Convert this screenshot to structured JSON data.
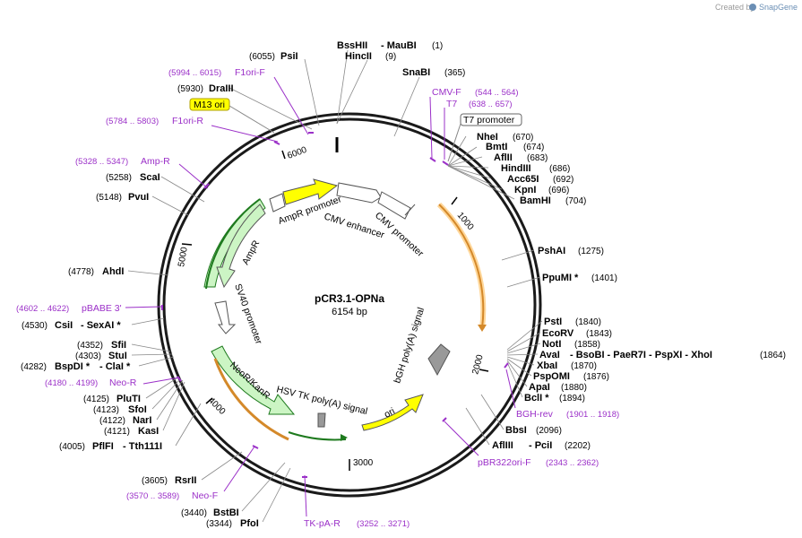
{
  "branding": {
    "created_by": "Created by",
    "product": "SnapGene"
  },
  "plasmid": {
    "name": "pCR3.1-OPNa",
    "length_label": "6154 bp"
  },
  "ticks": [
    "1000",
    "2000",
    "3000",
    "4000",
    "5000",
    "6000"
  ],
  "enzymes": [
    {
      "name": "BssHII",
      "pos": "",
      "sep": "- MauBI",
      "pos2": "(1)"
    },
    {
      "name": "HincII",
      "pos": "(9)"
    },
    {
      "name": "PsiI",
      "pos": "(6055)"
    },
    {
      "name": "DraIII",
      "pos": "(5930)"
    },
    {
      "name": "SnaBI",
      "pos": "(365)"
    },
    {
      "name": "NheI",
      "pos": "(670)"
    },
    {
      "name": "BmtI",
      "pos": "(674)"
    },
    {
      "name": "AflII",
      "pos": "(683)"
    },
    {
      "name": "HindIII",
      "pos": "(686)"
    },
    {
      "name": "Acc65I",
      "pos": "(692)"
    },
    {
      "name": "KpnI",
      "pos": "(696)"
    },
    {
      "name": "BamHI",
      "pos": "(704)"
    },
    {
      "name": "PshAI",
      "pos": "(1275)"
    },
    {
      "name": "PpuMI *",
      "pos": "(1401)"
    },
    {
      "name": "PstI",
      "pos": "(1840)"
    },
    {
      "name": "EcoRV",
      "pos": "(1843)"
    },
    {
      "name": "NotI",
      "pos": "(1858)"
    },
    {
      "name": "AvaI",
      "pos": "",
      "sep": "- BsoBI  - PaeR7I  - PspXI  - XhoI",
      "pos2": "(1864)"
    },
    {
      "name": "XbaI",
      "pos": "(1870)"
    },
    {
      "name": "PspOMI",
      "pos": "(1876)"
    },
    {
      "name": "ApaI",
      "pos": "(1880)"
    },
    {
      "name": "BclI *",
      "pos": "(1894)"
    },
    {
      "name": "BbsI",
      "pos": "(2096)"
    },
    {
      "name": "AflIII",
      "pos": "",
      "sep": "- PciI",
      "pos2": "(2202)"
    },
    {
      "name": "ScaI",
      "pos": "(5258)"
    },
    {
      "name": "PvuI",
      "pos": "(5148)"
    },
    {
      "name": "AhdI",
      "pos": "(4778)"
    },
    {
      "name": "CsiI",
      "pos": "(4530)",
      "sep": "- SexAI *"
    },
    {
      "name": "SfiI",
      "pos": "(4352)"
    },
    {
      "name": "StuI",
      "pos": "(4303)"
    },
    {
      "name": "BspDI *",
      "pos": "(4282)",
      "sep": "- ClaI *"
    },
    {
      "name": "PluTI",
      "pos": "(4125)"
    },
    {
      "name": "SfoI",
      "pos": "(4123)"
    },
    {
      "name": "NarI",
      "pos": "(4122)"
    },
    {
      "name": "KasI",
      "pos": "(4121)"
    },
    {
      "name": "PflFI",
      "pos": "(4005)",
      "sep": "- Tth111I"
    },
    {
      "name": "RsrII",
      "pos": "(3605)"
    },
    {
      "name": "BstBI",
      "pos": "(3440)"
    },
    {
      "name": "PfoI",
      "pos": "(3344)"
    }
  ],
  "primers": [
    {
      "name": "F1ori-F",
      "range": "(5994 .. 6015)"
    },
    {
      "name": "F1ori-R",
      "range": "(5784 .. 5803)"
    },
    {
      "name": "Amp-R",
      "range": "(5328 .. 5347)"
    },
    {
      "name": "CMV-F",
      "range": "(544 .. 564)"
    },
    {
      "name": "T7",
      "range": "(638 .. 657)"
    },
    {
      "name": "pBABE 3'",
      "range": "(4602 .. 4622)"
    },
    {
      "name": "Neo-R",
      "range": "(4180 .. 4199)"
    },
    {
      "name": "BGH-rev",
      "range": "(1901 .. 1918)"
    },
    {
      "name": "pBR322ori-F",
      "range": "(2343 .. 2362)"
    },
    {
      "name": "Neo-F",
      "range": "(3570 .. 3589)"
    },
    {
      "name": "TK-pA-R",
      "range": "(3252 .. 3271)"
    }
  ],
  "features": {
    "m13_ori": "M13 ori",
    "t7_promoter": "T7 promoter",
    "ampr_promoter": "AmpR promoter",
    "cmv_enhancer": "CMV enhancer",
    "cmv_promoter": "CMV promoter",
    "ampr": "AmpR",
    "sv40_promoter": "SV40 promoter",
    "neor": "NeoR/KanR",
    "hsv_tk": "HSV TK poly(A) signal",
    "bgh": "bGH poly(A) signal",
    "ori": "ori"
  },
  "colors": {
    "backbone": "#1a1a1a",
    "primer": "#9b30c8",
    "cds_green": "#ccf5c4",
    "cds_green_stroke": "#1e7a1e",
    "ori_yellow": "#ffff00",
    "orf_orange": "#d4892a",
    "orf_halo": "#ffd79a",
    "promoter_white": "#ffffff",
    "polya_grey": "#999999"
  }
}
